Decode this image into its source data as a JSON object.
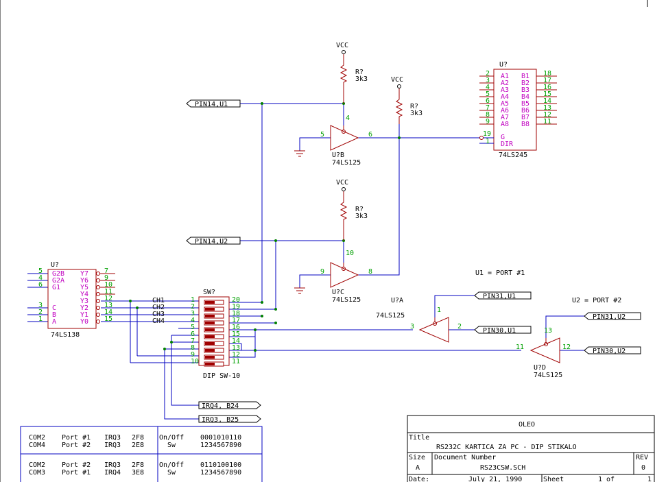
{
  "nets": {
    "pin14_u1": "PIN14,U1",
    "pin14_u2": "PIN14,U2",
    "pin31_u1": "PIN31,U1",
    "pin30_u1": "PIN30,U1",
    "pin31_u2": "PIN31,U2",
    "pin30_u2": "PIN30,U2",
    "irq4": "IRQ4, B24",
    "irq3": "IRQ3, B25",
    "ch1": "CH1",
    "ch2": "CH2",
    "ch3": "CH3",
    "ch4": "CH4"
  },
  "power": {
    "vcc": "VCC"
  },
  "notes": {
    "u1_port": "U1 = PORT #1",
    "u2_port": "U2 = PORT #2"
  },
  "components": {
    "r_ref": "R?",
    "r_value": "3k3",
    "u_ref": "U?",
    "u74ls245_name": "74LS245",
    "u74ls138_name": "74LS138",
    "ub_ref": "U?B",
    "uc_ref": "U?C",
    "ua_ref": "U?A",
    "ud_ref": "U?D",
    "ls125": "74LS125",
    "sw_ref": "SW?",
    "sw_name": "DIP SW-10"
  },
  "ls245": {
    "a_pins": [
      "A1",
      "A2",
      "A3",
      "A4",
      "A5",
      "A6",
      "A7",
      "A8"
    ],
    "b_pins": [
      "B1",
      "B2",
      "B3",
      "B4",
      "B5",
      "B6",
      "B7",
      "B8"
    ],
    "left_nums": [
      "2",
      "3",
      "4",
      "5",
      "6",
      "7",
      "8",
      "9"
    ],
    "right_nums": [
      "18",
      "17",
      "16",
      "15",
      "14",
      "13",
      "12",
      "11"
    ],
    "g_label": "G",
    "dir_label": "DIR",
    "g_num": "19",
    "dir_num": "1"
  },
  "ls138": {
    "left_names": [
      "G2B",
      "G2A",
      "G1",
      "C",
      "B",
      "A"
    ],
    "left_nums": [
      "5",
      "4",
      "6",
      "3",
      "2",
      "1"
    ],
    "right_names": [
      "Y7",
      "Y6",
      "Y5",
      "Y4",
      "Y3",
      "Y2",
      "Y1",
      "Y0"
    ],
    "right_nums": [
      "7",
      "9",
      "10",
      "11",
      "12",
      "13",
      "14",
      "15"
    ]
  },
  "dipsw": {
    "left_nums": [
      "1",
      "2",
      "3",
      "4",
      "5",
      "6",
      "7",
      "8",
      "9",
      "10"
    ],
    "right_nums": [
      "20",
      "19",
      "18",
      "17",
      "16",
      "15",
      "14",
      "13",
      "12",
      "11"
    ]
  },
  "buffers": {
    "b_in": "5",
    "b_out": "6",
    "b_en": "4",
    "c_in": "9",
    "c_out": "8",
    "c_en": "10",
    "a_in": "2",
    "a_out": "3",
    "a_en": "1",
    "d_in": "12",
    "d_out": "11",
    "d_en": "13"
  },
  "table": {
    "rows": [
      {
        "com": "COM2",
        "port": "Port #1",
        "irq": "IRQ3",
        "addr": "2F8",
        "onoff": "On/Off",
        "sw": "0001010110"
      },
      {
        "com": "COM4",
        "port": "Port #2",
        "irq": "IRQ3",
        "addr": "2E8",
        "onoff": "Sw",
        "sw": "1234567890"
      },
      {
        "com": "COM2",
        "port": "Port #2",
        "irq": "IRQ3",
        "addr": "2F8",
        "onoff": "On/Off",
        "sw": "0110100100"
      },
      {
        "com": "COM3",
        "port": "Port #1",
        "irq": "IRQ4",
        "addr": "3E8",
        "onoff": "Sw",
        "sw": "1234567890"
      }
    ]
  },
  "title_block": {
    "company": "OLEO",
    "title_label": "Title",
    "title": "RS232C KARTICA ZA PC - DIP STIKALO",
    "size_label": "Size",
    "size": "A",
    "doc_label": "Document Number",
    "doc": "RS23CSW.SCH",
    "rev_label": "REV",
    "rev": "0",
    "date_label": "Date:",
    "date": "July 21, 1990",
    "sheet_label": "Sheet",
    "sheet": "1 of",
    "sheet_total": "1"
  },
  "colors": {
    "wire": "#0000c0",
    "body": "#a00000",
    "pin_number": "#00a000",
    "pin_name": "#c000c0",
    "junction": "#008000"
  }
}
